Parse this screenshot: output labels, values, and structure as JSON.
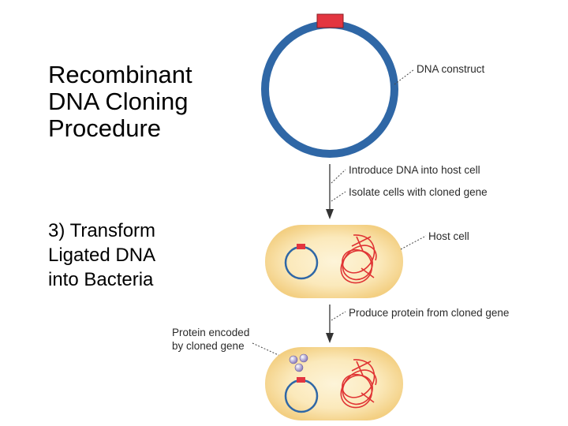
{
  "slide": {
    "title_lines": [
      "Recombinant",
      "DNA Cloning",
      "Procedure"
    ],
    "subtitle_lines": [
      "3)  Transform",
      "Ligated DNA",
      "into Bacteria"
    ]
  },
  "diagram": {
    "labels": {
      "dna_construct": "DNA construct",
      "introduce": "Introduce DNA into host cell",
      "isolate": "Isolate cells with cloned gene",
      "host_cell": "Host cell",
      "produce": "Produce protein from cloned gene",
      "protein_line1": "Protein encoded",
      "protein_line2": "by cloned gene"
    },
    "colors": {
      "plasmid": "#2f67a6",
      "insert": "#e33540",
      "cell_fill": "#fbe7b4",
      "chromosome": "#e33b3b",
      "protein": "#9b8cc4"
    }
  }
}
